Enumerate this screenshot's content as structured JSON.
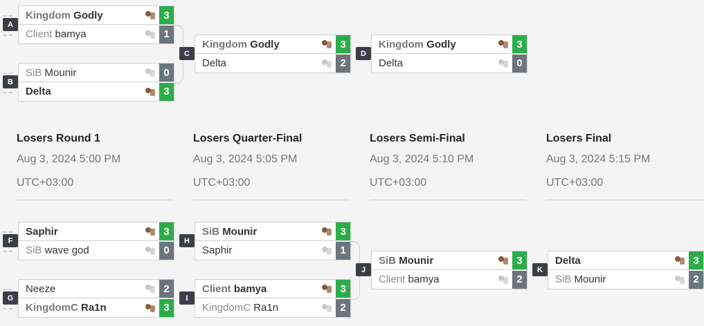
{
  "upper": {
    "A": {
      "label": "A",
      "p1": {
        "tag": "Kingdom",
        "name": "Godly",
        "score": "3",
        "win": true,
        "icon": "hero-icon"
      },
      "p2": {
        "tag": "Client",
        "name": "bamya",
        "score": "1",
        "win": false,
        "icon": "hero-icon"
      }
    },
    "B": {
      "label": "B",
      "p1": {
        "tag": "SiB",
        "name": "Mounir",
        "score": "0",
        "win": false,
        "icon": "hero-icon"
      },
      "p2": {
        "tag": "",
        "name": "Delta",
        "score": "3",
        "win": true,
        "icon": "hero-icon"
      }
    },
    "C": {
      "label": "C",
      "p1": {
        "tag": "Kingdom",
        "name": "Godly",
        "score": "3",
        "win": true,
        "icon": "hero-icon"
      },
      "p2": {
        "tag": "",
        "name": "Delta",
        "score": "2",
        "win": false,
        "icon": "hero-icon"
      }
    },
    "D": {
      "label": "D",
      "p1": {
        "tag": "Kingdom",
        "name": "Godly",
        "score": "3",
        "win": true,
        "icon": "hero-icon"
      },
      "p2": {
        "tag": "",
        "name": "Delta",
        "score": "0",
        "win": false,
        "icon": "hero-icon"
      }
    }
  },
  "rounds": [
    {
      "title": "Losers Round 1",
      "date": "Aug 3, 2024 5:00 PM",
      "tz": "UTC+03:00"
    },
    {
      "title": "Losers Quarter-Final",
      "date": "Aug 3, 2024 5:05 PM",
      "tz": "UTC+03:00"
    },
    {
      "title": "Losers Semi-Final",
      "date": "Aug 3, 2024 5:10 PM",
      "tz": "UTC+03:00"
    },
    {
      "title": "Losers Final",
      "date": "Aug 3, 2024 5:15 PM",
      "tz": "UTC+03:00"
    }
  ],
  "lower": {
    "F": {
      "label": "F",
      "p1": {
        "tag": "",
        "name": "Saphir",
        "score": "3",
        "win": true,
        "icon": "hero-icon"
      },
      "p2": {
        "tag": "SiB",
        "name": "wave god",
        "score": "0",
        "win": false,
        "icon": "hero-icon"
      }
    },
    "G": {
      "label": "G",
      "p1": {
        "tag": "",
        "name": "Neeze",
        "score": "2",
        "win": false,
        "icon": "hero-icon"
      },
      "p2": {
        "tag": "KingdomC",
        "name": "Ra1n",
        "score": "3",
        "win": true,
        "icon": "hero-icon"
      }
    },
    "H": {
      "label": "H",
      "p1": {
        "tag": "SiB",
        "name": "Mounir",
        "score": "3",
        "win": true,
        "icon": "hero-icon"
      },
      "p2": {
        "tag": "",
        "name": "Saphir",
        "score": "1",
        "win": false,
        "icon": "hero-icon"
      }
    },
    "I": {
      "label": "I",
      "p1": {
        "tag": "Client",
        "name": "bamya",
        "score": "3",
        "win": true,
        "icon": "hero-icon"
      },
      "p2": {
        "tag": "KingdomC",
        "name": "Ra1n",
        "score": "2",
        "win": false,
        "icon": "hero-icon"
      }
    },
    "J": {
      "label": "J",
      "p1": {
        "tag": "SiB",
        "name": "Mounir",
        "score": "3",
        "win": true,
        "icon": "hero-icon"
      },
      "p2": {
        "tag": "Client",
        "name": "bamya",
        "score": "2",
        "win": false,
        "icon": "hero-icon"
      }
    },
    "K": {
      "label": "K",
      "p1": {
        "tag": "",
        "name": "Delta",
        "score": "3",
        "win": true,
        "icon": "hero-icon"
      },
      "p2": {
        "tag": "SiB",
        "name": "Mounir",
        "score": "2",
        "win": false,
        "icon": "hero-icon"
      }
    }
  },
  "colors": {
    "win": "#2dad49",
    "loss": "#6c757d",
    "marker": "#3a3f47"
  }
}
